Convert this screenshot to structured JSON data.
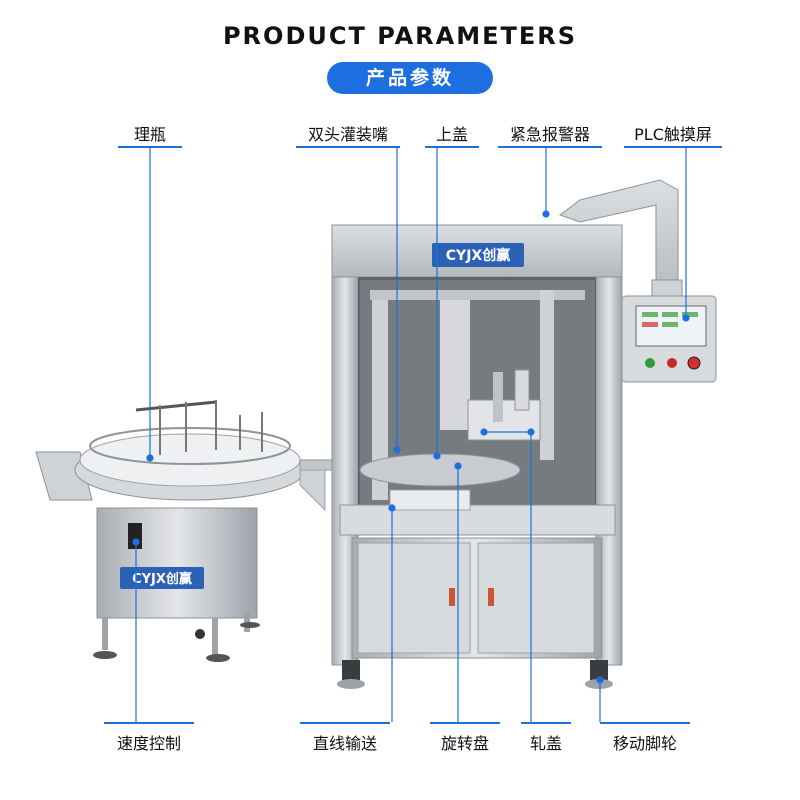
{
  "heading": "PRODUCT PARAMETERS",
  "subheading": "产品参数",
  "brand_logo": "CYJX创赢",
  "labels": {
    "bottle_sorter": "理瓶",
    "dual_filling_nozzle": "双头灌装嘴",
    "cap_loading": "上盖",
    "emergency_alarm": "紧急报警器",
    "plc_touchscreen": "PLC触摸屏",
    "speed_control": "速度控制",
    "linear_conveyor": "直线输送",
    "rotary_table": "旋转盘",
    "cap_crimping": "轧盖",
    "mobile_casters": "移动脚轮"
  },
  "colors": {
    "accent": "#1d6fe0",
    "steel": "#c9ccd0",
    "steel_dark": "#8e9399"
  }
}
